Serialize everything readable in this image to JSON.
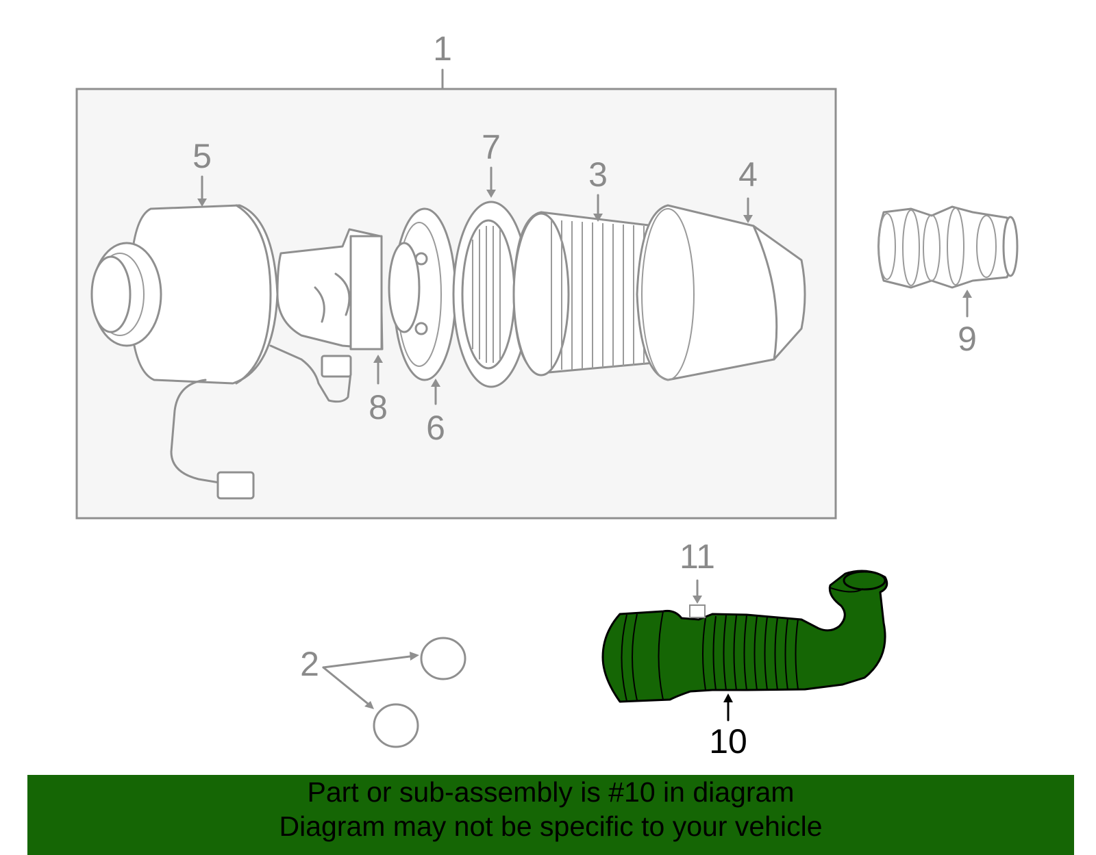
{
  "callouts": {
    "c1": "1",
    "c2": "2",
    "c3": "3",
    "c4": "4",
    "c5": "5",
    "c6": "6",
    "c7": "7",
    "c8": "8",
    "c9": "9",
    "c10": "10",
    "c11": "11"
  },
  "highlight_part": "10",
  "colors": {
    "highlight": "#156605",
    "banner": "#156605",
    "lines": "#8f8f8f",
    "box_fill": "#f6f6f6"
  },
  "banner": {
    "line1": "Part or sub-assembly is #10 in diagram",
    "line2": "Diagram may not be specific to your vehicle"
  }
}
